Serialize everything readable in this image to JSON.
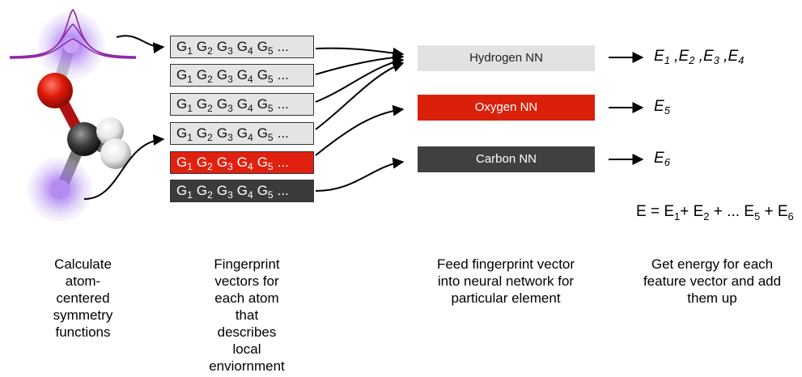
{
  "fingerprint_rows": [
    {
      "style": "light",
      "items": [
        [
          "G",
          "1"
        ],
        [
          "G",
          "2"
        ],
        [
          "G",
          "3"
        ],
        [
          "G",
          "4"
        ],
        [
          "G",
          "5"
        ]
      ],
      "ellipsis": "..."
    },
    {
      "style": "light",
      "items": [
        [
          "G",
          "1"
        ],
        [
          "G",
          "2"
        ],
        [
          "G",
          "3"
        ],
        [
          "G",
          "4"
        ],
        [
          "G",
          "5"
        ]
      ],
      "ellipsis": "..."
    },
    {
      "style": "light",
      "items": [
        [
          "G",
          "1"
        ],
        [
          "G",
          "2"
        ],
        [
          "G",
          "3"
        ],
        [
          "G",
          "4"
        ],
        [
          "G",
          "5"
        ]
      ],
      "ellipsis": "..."
    },
    {
      "style": "light",
      "items": [
        [
          "G",
          "1"
        ],
        [
          "G",
          "2"
        ],
        [
          "G",
          "3"
        ],
        [
          "G",
          "4"
        ],
        [
          "G",
          "5"
        ]
      ],
      "ellipsis": "..."
    },
    {
      "style": "red",
      "items": [
        [
          "G",
          "1"
        ],
        [
          "G",
          "2"
        ],
        [
          "G",
          "3"
        ],
        [
          "G",
          "4"
        ],
        [
          "G",
          "5"
        ]
      ],
      "ellipsis": "..."
    },
    {
      "style": "dark",
      "items": [
        [
          "G",
          "1"
        ],
        [
          "G",
          "2"
        ],
        [
          "G",
          "3"
        ],
        [
          "G",
          "4"
        ],
        [
          "G",
          "5"
        ]
      ],
      "ellipsis": "..."
    }
  ],
  "networks": {
    "hydrogen": "Hydrogen NN",
    "oxygen": "Oxygen NN",
    "carbon": "Carbon NN"
  },
  "outputs": {
    "hydrogen": [
      {
        "base": "E",
        "sub": "1",
        "sep": " ,"
      },
      {
        "base": "E",
        "sub": "2",
        "sep": " ,"
      },
      {
        "base": "E",
        "sub": "3",
        "sep": " ,"
      },
      {
        "base": "E",
        "sub": "4",
        "sep": ""
      }
    ],
    "oxygen": [
      {
        "base": "E",
        "sub": "5",
        "sep": ""
      }
    ],
    "carbon": [
      {
        "base": "E",
        "sub": "6",
        "sep": ""
      }
    ]
  },
  "energy_sum": [
    {
      "text": "E = E",
      "sub": "1"
    },
    {
      "text": "+ E",
      "sub": "2"
    },
    {
      "text": " + ... E",
      "sub": "5"
    },
    {
      "text": " + E",
      "sub": "6"
    }
  ],
  "captions": {
    "step1": [
      "Calculate",
      "atom-",
      "centered",
      "symmetry",
      "functions"
    ],
    "step2": [
      "Fingerprint",
      "vectors for",
      "each atom",
      "that",
      "describes",
      "local",
      "enviornment"
    ],
    "step3": [
      "Feed fingerprint vector",
      "into neural network for",
      "particular element"
    ],
    "step4": [
      "Get energy for each",
      "feature vector and add",
      "them up"
    ]
  },
  "colors": {
    "hydrogen_box": "#e2e2e2",
    "oxygen": "#db200a",
    "carbon": "#404040",
    "glow": "#9b59f0",
    "gaussian": "#8e2aa8"
  }
}
